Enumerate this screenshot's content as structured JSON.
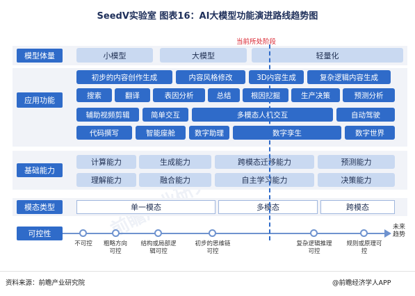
{
  "title": "SeedV实验室 图表16：AI大模型功能演进路线趋势图",
  "current_stage": "当前所处阶段",
  "rows": {
    "size": {
      "label": "模型体量",
      "items": [
        "小模型",
        "大模型",
        "轻量化"
      ]
    },
    "app": {
      "label": "应用功能",
      "items": [
        "初步的内容创作生成",
        "内容风格修改",
        "3D内容生成",
        "复杂逻辑内容生成",
        "搜索",
        "翻译",
        "表因分析",
        "总结",
        "根因挖掘",
        "生产决策",
        "预测分析",
        "辅助视频剪辑",
        "简单交互",
        "多模态人机交互",
        "自动驾驶",
        "代码撰写",
        "智能座舱",
        "数字助理",
        "数字孪生",
        "数字世界"
      ]
    },
    "base": {
      "label": "基础能力",
      "items": [
        "计算能力",
        "生成能力",
        "跨模态迁移能力",
        "预测能力",
        "理解能力",
        "融合能力",
        "自主学习能力",
        "决策能力"
      ]
    },
    "modal": {
      "label": "模态类型",
      "items": [
        "单一模态",
        "多模态",
        "跨模态"
      ]
    },
    "control": {
      "label": "可控性",
      "nodes": [
        "不可控",
        "粗略方向可控",
        "结构或局部逻辑可控",
        "初步的思维链可控",
        "复杂逻辑推理可控",
        "规则或原理可控"
      ],
      "future": "未来趋势"
    }
  },
  "footer": {
    "source": "资料来源：前瞻产业研究院",
    "brand": "@前瞻经济学人APP"
  },
  "watermark": "前瞻产业研究院",
  "colors": {
    "primary": "#2f6bc9",
    "light": "#c9d9f1",
    "accent_red": "#d9232e",
    "title": "#1e2f5a"
  }
}
